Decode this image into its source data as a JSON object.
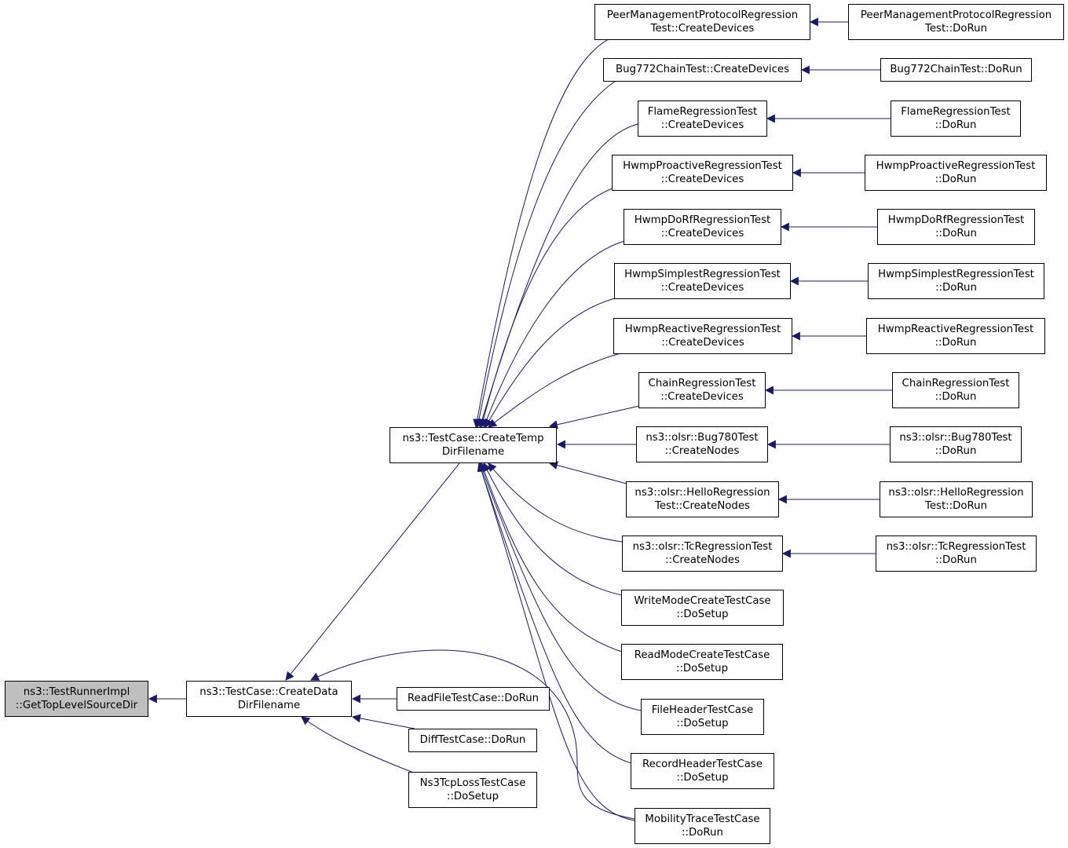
{
  "colors": {
    "edge": "#191970",
    "node_border": "#000000",
    "root_fill": "#bfbfbf"
  },
  "nodes": [
    {
      "id": "root",
      "lines": [
        "ns3::TestRunnerImpl",
        "::GetTopLevelSourceDir"
      ]
    },
    {
      "id": "createdata",
      "lines": [
        "ns3::TestCase::CreateData",
        "DirFilename"
      ]
    },
    {
      "id": "createtemp",
      "lines": [
        "ns3::TestCase::CreateTemp",
        "DirFilename"
      ]
    },
    {
      "id": "readfile",
      "lines": [
        "ReadFileTestCase::DoRun"
      ]
    },
    {
      "id": "difftest",
      "lines": [
        "DiffTestCase::DoRun"
      ]
    },
    {
      "id": "ns3tcploss",
      "lines": [
        "Ns3TcpLossTestCase",
        "::DoSetup"
      ]
    },
    {
      "id": "pmp_cd",
      "lines": [
        "PeerManagementProtocolRegression",
        "Test::CreateDevices"
      ]
    },
    {
      "id": "pmp_run",
      "lines": [
        "PeerManagementProtocolRegression",
        "Test::DoRun"
      ]
    },
    {
      "id": "bug772_cd",
      "lines": [
        "Bug772ChainTest::CreateDevices"
      ]
    },
    {
      "id": "bug772_run",
      "lines": [
        "Bug772ChainTest::DoRun"
      ]
    },
    {
      "id": "flame_cd",
      "lines": [
        "FlameRegressionTest",
        "::CreateDevices"
      ]
    },
    {
      "id": "flame_run",
      "lines": [
        "FlameRegressionTest",
        "::DoRun"
      ]
    },
    {
      "id": "hwmppro_cd",
      "lines": [
        "HwmpProactiveRegressionTest",
        "::CreateDevices"
      ]
    },
    {
      "id": "hwmppro_run",
      "lines": [
        "HwmpProactiveRegressionTest",
        "::DoRun"
      ]
    },
    {
      "id": "hwmpdorf_cd",
      "lines": [
        "HwmpDoRfRegressionTest",
        "::CreateDevices"
      ]
    },
    {
      "id": "hwmpdorf_run",
      "lines": [
        "HwmpDoRfRegressionTest",
        "::DoRun"
      ]
    },
    {
      "id": "hwmpsim_cd",
      "lines": [
        "HwmpSimplestRegressionTest",
        "::CreateDevices"
      ]
    },
    {
      "id": "hwmpsim_run",
      "lines": [
        "HwmpSimplestRegressionTest",
        "::DoRun"
      ]
    },
    {
      "id": "hwmpreact_cd",
      "lines": [
        "HwmpReactiveRegressionTest",
        "::CreateDevices"
      ]
    },
    {
      "id": "hwmpreact_run",
      "lines": [
        "HwmpReactiveRegressionTest",
        "::DoRun"
      ]
    },
    {
      "id": "chain_cd",
      "lines": [
        "ChainRegressionTest",
        "::CreateDevices"
      ]
    },
    {
      "id": "chain_run",
      "lines": [
        "ChainRegressionTest",
        "::DoRun"
      ]
    },
    {
      "id": "bug780_cn",
      "lines": [
        "ns3::olsr::Bug780Test",
        "::CreateNodes"
      ]
    },
    {
      "id": "bug780_run",
      "lines": [
        "ns3::olsr::Bug780Test",
        "::DoRun"
      ]
    },
    {
      "id": "hello_cn",
      "lines": [
        "ns3::olsr::HelloRegression",
        "Test::CreateNodes"
      ]
    },
    {
      "id": "hello_run",
      "lines": [
        "ns3::olsr::HelloRegression",
        "Test::DoRun"
      ]
    },
    {
      "id": "tc_cn",
      "lines": [
        "ns3::olsr::TcRegressionTest",
        "::CreateNodes"
      ]
    },
    {
      "id": "tc_run",
      "lines": [
        "ns3::olsr::TcRegressionTest",
        "::DoRun"
      ]
    },
    {
      "id": "writemode",
      "lines": [
        "WriteModeCreateTestCase",
        "::DoSetup"
      ]
    },
    {
      "id": "readmode",
      "lines": [
        "ReadModeCreateTestCase",
        "::DoSetup"
      ]
    },
    {
      "id": "fileheader",
      "lines": [
        "FileHeaderTestCase",
        "::DoSetup"
      ]
    },
    {
      "id": "recordheader",
      "lines": [
        "RecordHeaderTestCase",
        "::DoSetup"
      ]
    },
    {
      "id": "mobility",
      "lines": [
        "MobilityTraceTestCase",
        "::DoRun"
      ]
    }
  ]
}
